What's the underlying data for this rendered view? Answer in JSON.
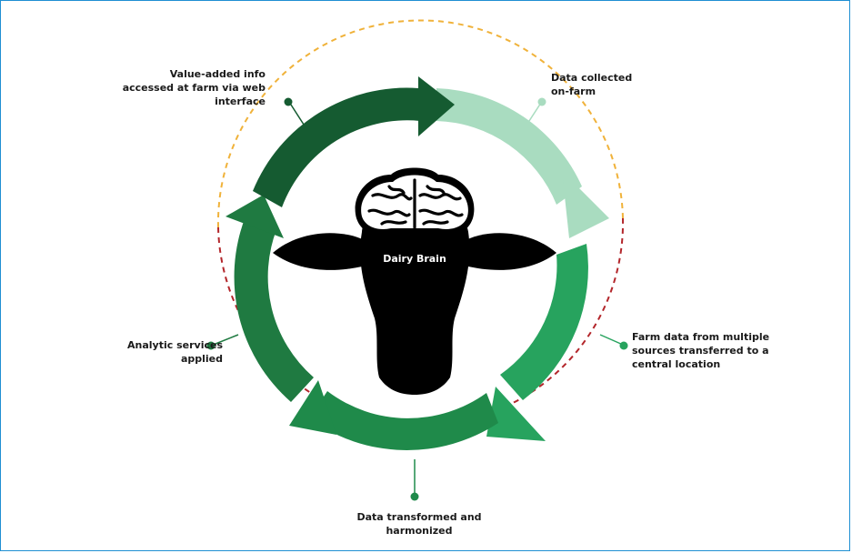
{
  "center_label": "Dairy Brain",
  "steps": [
    {
      "lines": [
        "Value-added info",
        "accessed at farm via web",
        "interface"
      ]
    },
    {
      "lines": [
        "Data collected",
        "on-farm"
      ]
    },
    {
      "lines": [
        "Farm data from multiple",
        "sources transferred to a",
        "central location"
      ]
    },
    {
      "lines": [
        "Data transformed and",
        "harmonized"
      ]
    },
    {
      "lines": [
        "Analytic services",
        "applied"
      ]
    }
  ],
  "colors": {
    "frame": "#1f8fd3",
    "arrow_light": "#a9dcc0",
    "arrow_mid": "#27a35e",
    "arrow_dark": "#1f7a41",
    "arrow_darkest": "#155b31",
    "dash_yellow": "#f0b23a",
    "dash_red": "#b3262b",
    "cow": "#000000"
  }
}
